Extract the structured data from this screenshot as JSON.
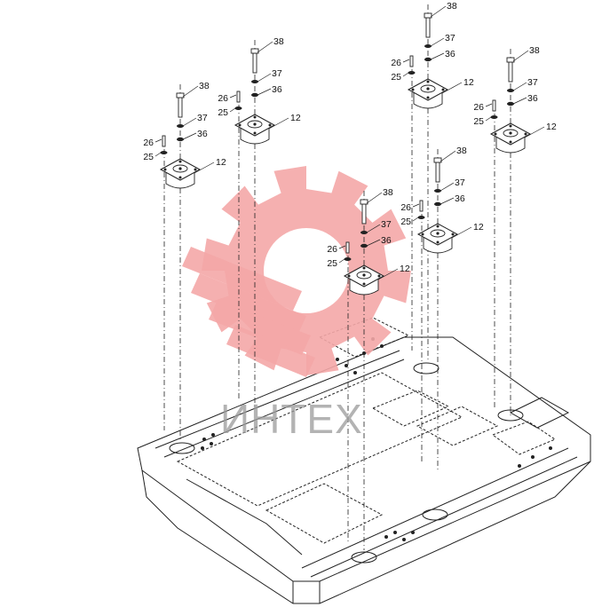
{
  "watermark": {
    "text": "ИНТЕХ",
    "logo_color": "#f4a7a7",
    "text_color": "#9a9a9a"
  },
  "diagram": {
    "line_color": "#222222",
    "assemblies": [
      {
        "labels": [
          "38",
          "37",
          "36",
          "26",
          "25",
          "12"
        ]
      },
      {
        "labels": [
          "38",
          "37",
          "36",
          "26",
          "25",
          "12"
        ]
      },
      {
        "labels": [
          "38",
          "37",
          "36",
          "26",
          "25",
          "12"
        ]
      },
      {
        "labels": [
          "38",
          "37",
          "36",
          "26",
          "25",
          "12"
        ]
      },
      {
        "labels": [
          "38",
          "37",
          "36",
          "26",
          "25",
          "12"
        ]
      },
      {
        "labels": [
          "38",
          "37",
          "36",
          "26",
          "25",
          "12"
        ]
      }
    ]
  }
}
